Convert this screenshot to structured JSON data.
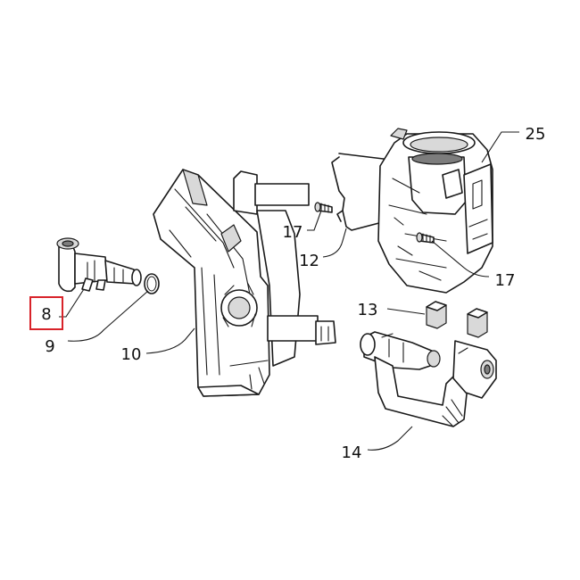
{
  "callouts": {
    "c8": "8",
    "c9": "9",
    "c10": "10",
    "c12": "12",
    "c13": "13",
    "c14": "14",
    "c17a": "17",
    "c17b": "17",
    "c25": "25"
  },
  "highlight": {
    "part": "8",
    "color": "#d8232a"
  }
}
